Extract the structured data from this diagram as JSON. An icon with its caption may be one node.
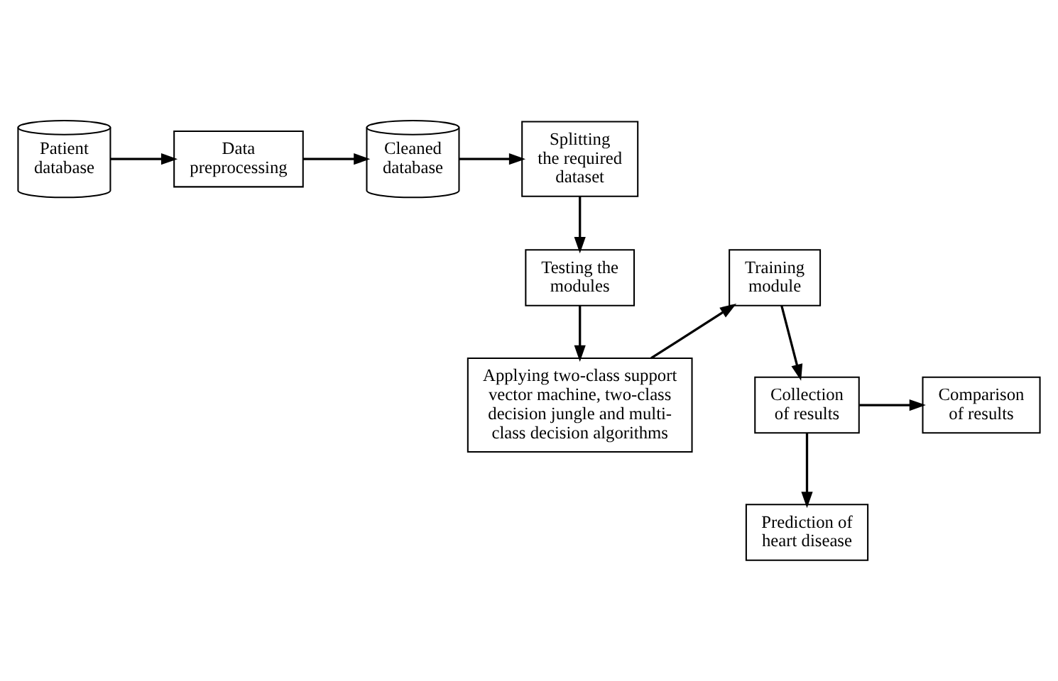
{
  "diagram": {
    "nodes": [
      {
        "text": [
          "Patient database"
        ]
      },
      {
        "text": [
          "Data preprocessing"
        ]
      },
      {
        "text": [
          "Cleaned database"
        ]
      },
      {
        "text": [
          "Splitting the required dataset"
        ]
      },
      {
        "text": [
          "Testing the modules"
        ]
      },
      {
        "text": [
          "Applying two-class support vector machine, two-class decision jungle and multi-class decision algorithms"
        ]
      },
      {
        "text": [
          "Training module"
        ]
      },
      {
        "text": [
          "Collection of results"
        ]
      },
      {
        "text": [
          "Comparison of results"
        ]
      },
      {
        "text": [
          "Prediction of heart disease"
        ]
      }
    ],
    "edges": [
      {
        "from": 0,
        "to": 1,
        "arrow": "to"
      },
      {
        "from": 1,
        "to": 2,
        "arrow": "to"
      },
      {
        "from": 2,
        "to": 3,
        "arrow": "to"
      },
      {
        "from": 3,
        "to": 4,
        "arrow": "to"
      },
      {
        "from": 4,
        "to": 5,
        "arrow": "to"
      },
      {
        "from": 5,
        "to": 6,
        "arrow": "to"
      },
      {
        "from": 6,
        "to": 7,
        "arrow": "to"
      },
      {
        "from": 7,
        "to": 8,
        "arrow": "to"
      },
      {
        "from": 7,
        "to": 9,
        "arrow": "to"
      }
    ]
  }
}
